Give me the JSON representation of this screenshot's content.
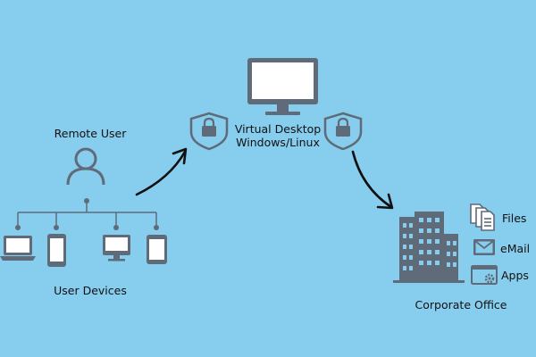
{
  "nodes": {
    "remote_user": "Remote User",
    "user_devices": "User Devices",
    "virtual_desktop_line1": "Virtual Desktop",
    "virtual_desktop_line2": "Windows/Linux",
    "corporate_office": "Corporate Office"
  },
  "resources": {
    "files": "Files",
    "email": "eMail",
    "apps": "Apps"
  },
  "colors": {
    "background": "#87cdee",
    "icon": "#5f6b78",
    "line": "#5f6b78",
    "arrow": "#111111",
    "screen": "#ffffff"
  }
}
